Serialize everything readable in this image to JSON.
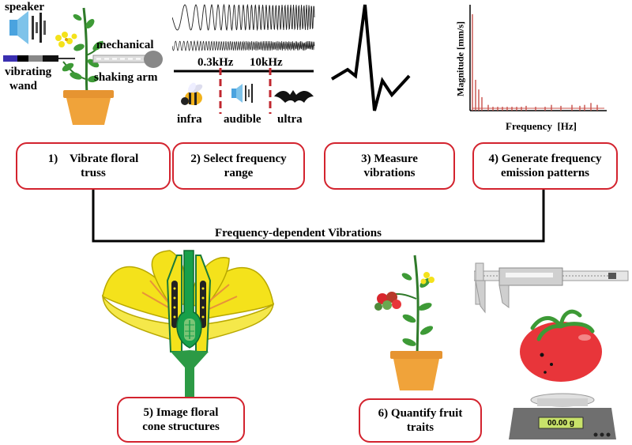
{
  "labels": {
    "speaker": "speaker",
    "mechanical": "mechanical",
    "shaking_arm": "shaking arm",
    "vibrating": "vibrating",
    "wand": "wand",
    "freq_low": "0.3kHz",
    "freq_high": "10kHz",
    "infra": "infra",
    "audible": "audible",
    "ultra": "ultra",
    "magnitude_axis": "Magnitude [mm/s]",
    "frequency_axis": "Frequency  [Hz]",
    "scale_reading": "00.00 g"
  },
  "steps": [
    {
      "line1": "1)    Vibrate floral",
      "line2": "truss"
    },
    {
      "line1": "2) Select frequency",
      "line2": "range"
    },
    {
      "line1": "3) Measure",
      "line2": "vibrations"
    },
    {
      "line1": "4) Generate frequency",
      "line2": "emission patterns"
    },
    {
      "line1": "5) Image floral",
      "line2": "cone structures"
    },
    {
      "line1": "6) Quantify fruit",
      "line2": "traits"
    }
  ],
  "connector_label": "Frequency-dependent Vibrations",
  "colors": {
    "box_border": "#d3232e",
    "spectrum": "#c8504a",
    "flower_yellow": "#f4e21b",
    "pistil_green": "#18a04a",
    "tomato_red": "#e8353a",
    "pot_orange": "#f0a33a"
  },
  "spectrum_peaks": [
    1.0,
    0.32,
    0.22,
    0.14,
    0.06,
    0.04,
    0.04,
    0.04,
    0.04,
    0.04,
    0.04,
    0.04,
    0.05,
    0.04,
    0.04,
    0.06,
    0.05,
    0.06,
    0.05,
    0.06,
    0.08,
    0.06
  ]
}
